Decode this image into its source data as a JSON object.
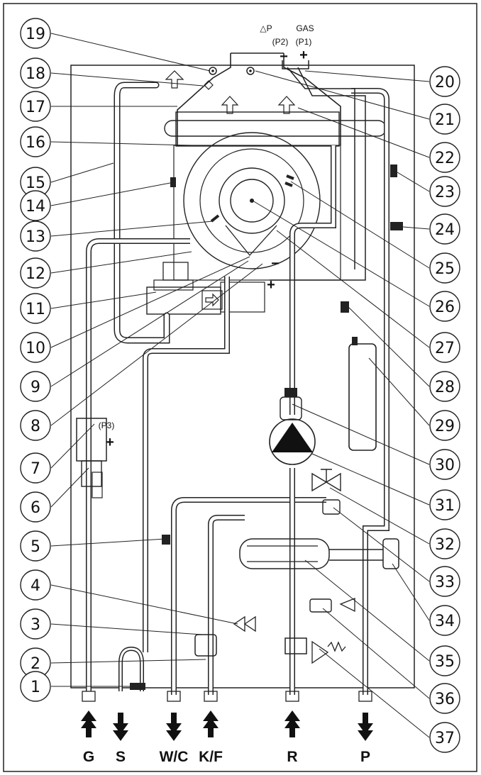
{
  "callouts": {
    "left": [
      "19",
      "18",
      "17",
      "16",
      "15",
      "14",
      "13",
      "12",
      "11",
      "10",
      "9",
      "8",
      "7",
      "6",
      "5",
      "4",
      "3",
      "2",
      "1"
    ],
    "right": [
      "20",
      "21",
      "22",
      "23",
      "24",
      "25",
      "26",
      "27",
      "28",
      "29",
      "30",
      "31",
      "32",
      "33",
      "34",
      "35",
      "36",
      "37"
    ]
  },
  "top_labels": {
    "delta_p": "△P",
    "gas": "GAS",
    "p2": "(P2)",
    "p1": "(P1)",
    "minus": "−",
    "plus": "+"
  },
  "p3_label": "(P3)",
  "signs": {
    "plus_right": "+",
    "minus_center": "−",
    "plus_left": "+"
  },
  "connections": [
    {
      "label": "G",
      "direction": "up"
    },
    {
      "label": "S",
      "direction": "down"
    },
    {
      "label": "W/C",
      "direction": "down"
    },
    {
      "label": "K/F",
      "direction": "up"
    },
    {
      "label": "R",
      "direction": "up"
    },
    {
      "label": "P",
      "direction": "down"
    }
  ]
}
